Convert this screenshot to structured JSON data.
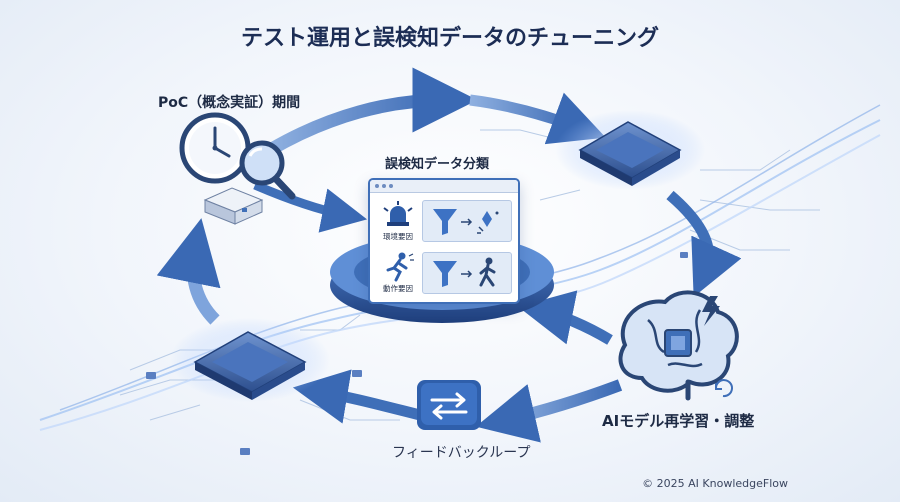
{
  "title": "テスト運用と誤検知データのチューニング",
  "labels": {
    "poc": "PoC（概念実証）期間",
    "classification": "誤検知データ分類",
    "retrain": "AIモデル再学習・調整",
    "feedback_loop": "フィードバックループ"
  },
  "classification_rows": [
    {
      "label": "環境要因",
      "icon": "alarm-light-icon",
      "result_icon": "sparkle-icon"
    },
    {
      "label": "動作要因",
      "icon": "running-person-icon",
      "result_icon": "walking-person-icon"
    }
  ],
  "copyright": "© 2025 AI KnowledgeFlow",
  "colors": {
    "accent": "#3f6fb8",
    "dark": "#1c2d55",
    "light": "#dfe9f7"
  }
}
